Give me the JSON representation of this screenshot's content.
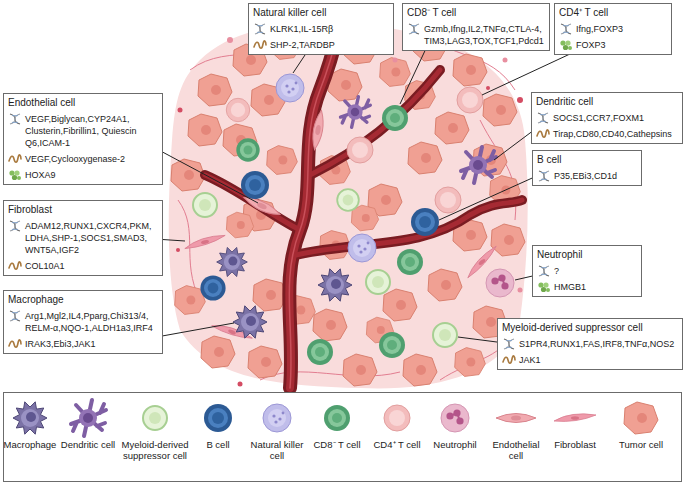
{
  "diagram": {
    "nodes": [
      {
        "text": [
          "Natural killer cell",
          "KLRK1,IL-15Rβ",
          "SHP-2,TARDBP"
        ]
      },
      {
        "text": [
          "CD8⁻ T cell",
          "Gzmb,Ifng,IL2,TNFα,CTLA-4, TIM3,LAG3,TOX,TCF1,Pdcd1"
        ]
      },
      {
        "text": [
          "CD4⁺ T cell",
          "Ifng,FOXP3",
          "FOXP3"
        ]
      },
      {
        "text": [
          "Endothelial cell",
          "VEGF,Biglycan,CYP24A1, Clusterin,Fibrillin1, Quiescin Q6,ICAM-1",
          "VEGF,Cyclooxygenase-2",
          "HOXA9"
        ]
      },
      {
        "text": [
          "Dendritic cell",
          "SOCS1,CCR7,FOXM1",
          "Tirap,CD80,CD40,Cathepsins"
        ]
      },
      {
        "text": [
          "B cell",
          "P35,EBi3,CD1d"
        ]
      },
      {
        "text": [
          "Fibroblast",
          "ADAM12,RUNX1,CXCR4,PKM, LDHA,SHP-1,SOCS1,SMAD3, WNT5A,IGF2",
          "COL10A1"
        ]
      },
      {
        "text": [
          "Neutrophil",
          "?",
          "HMGB1"
        ]
      },
      {
        "text": [
          "Macrophage",
          "Arg1,Mgl2,IL4,Pparg,Chi313/4, RELM-α,NQO-1,ALDH1a3,IRF4",
          "IRAK3,Ebi3,JAK1"
        ]
      },
      {
        "text": [
          "Myeloid-derived suppressor cell",
          "S1PR4,RUNX1,FAS,IRF8,TNFα,NOS2",
          "JAK1"
        ]
      }
    ],
    "legend": [
      {
        "text": "Macrophage"
      },
      {
        "text": "Dendritic cell"
      },
      {
        "text": "Myeloid-derived suppressor cell"
      },
      {
        "text": "B cell"
      },
      {
        "text": "Natural killer cell"
      },
      {
        "text": "CD8⁻ T cell"
      },
      {
        "text": "CD4⁺ T cell"
      },
      {
        "text": "Neutrophil"
      },
      {
        "text": "Endothelial cell"
      },
      {
        "text": "Fibroblast"
      },
      {
        "text": "Tumor cell"
      }
    ]
  }
}
